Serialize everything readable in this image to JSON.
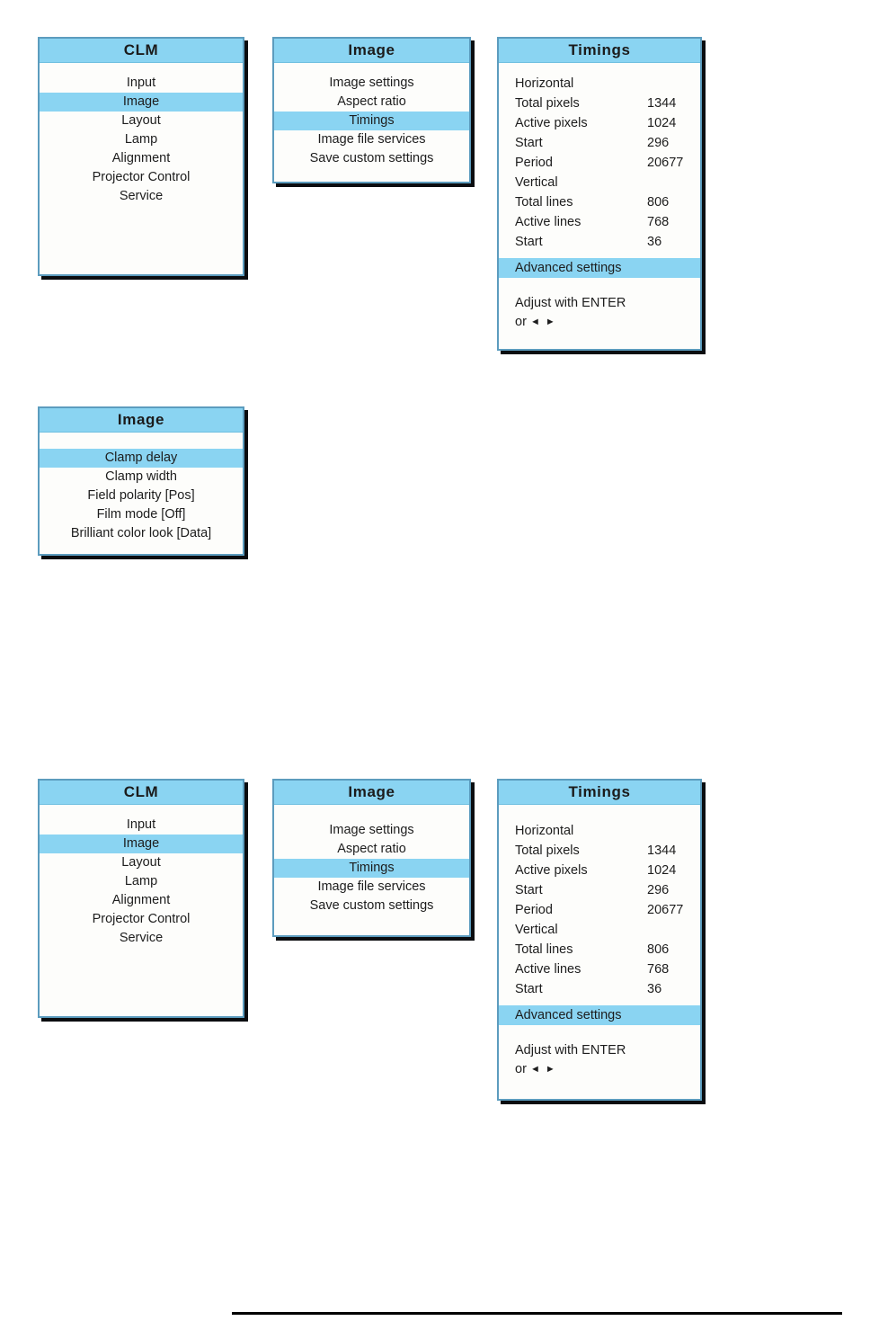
{
  "theme": {
    "header_bg": "#8ad4f2",
    "highlight_bg": "#8ad4f2",
    "panel_bg": "#fdfdfb",
    "panel_border": "#5c9cbe",
    "panel_shadow": "#0b0d10",
    "text": "#1d1d1d"
  },
  "menus": {
    "clm": {
      "title": "CLM",
      "items": [
        {
          "label": "Input",
          "selected": false
        },
        {
          "label": "Image",
          "selected": true
        },
        {
          "label": "Layout",
          "selected": false
        },
        {
          "label": "Lamp",
          "selected": false
        },
        {
          "label": "Alignment",
          "selected": false
        },
        {
          "label": "Projector Control",
          "selected": false
        },
        {
          "label": "Service",
          "selected": false
        }
      ]
    },
    "image": {
      "title": "Image",
      "items": [
        {
          "label": "Image settings",
          "selected": false
        },
        {
          "label": "Aspect ratio",
          "selected": false
        },
        {
          "label": "Timings",
          "selected": true
        },
        {
          "label": "Image file services",
          "selected": false
        },
        {
          "label": "Save custom settings",
          "selected": false
        }
      ]
    },
    "image_advanced": {
      "title": "Image",
      "items": [
        {
          "label": "Clamp delay",
          "selected": true
        },
        {
          "label": "Clamp width",
          "selected": false
        },
        {
          "label": "Field polarity [Pos]",
          "selected": false
        },
        {
          "label": "Film mode [Off]",
          "selected": false
        },
        {
          "label": "Brilliant color look [Data]",
          "selected": false
        }
      ]
    },
    "timings": {
      "title": "Timings",
      "rows": [
        {
          "key": "Horizontal",
          "value": "",
          "selected": false
        },
        {
          "key": "Total pixels",
          "value": "1344",
          "selected": false
        },
        {
          "key": "Active pixels",
          "value": "1024",
          "selected": false
        },
        {
          "key": "Start",
          "value": "296",
          "selected": false
        },
        {
          "key": "Period",
          "value": "20677",
          "selected": false
        },
        {
          "key": "Vertical",
          "value": "",
          "selected": false
        },
        {
          "key": "Total lines",
          "value": "806",
          "selected": false
        },
        {
          "key": "Active lines",
          "value": "768",
          "selected": false
        },
        {
          "key": "Start",
          "value": "36",
          "selected": false
        }
      ],
      "advanced": {
        "label": "Advanced settings",
        "selected": true
      },
      "hint_line_1": "Adjust with ENTER",
      "hint_line_2_prefix": "or",
      "hint_left_arrow": "◄",
      "hint_right_arrow": "►"
    }
  }
}
